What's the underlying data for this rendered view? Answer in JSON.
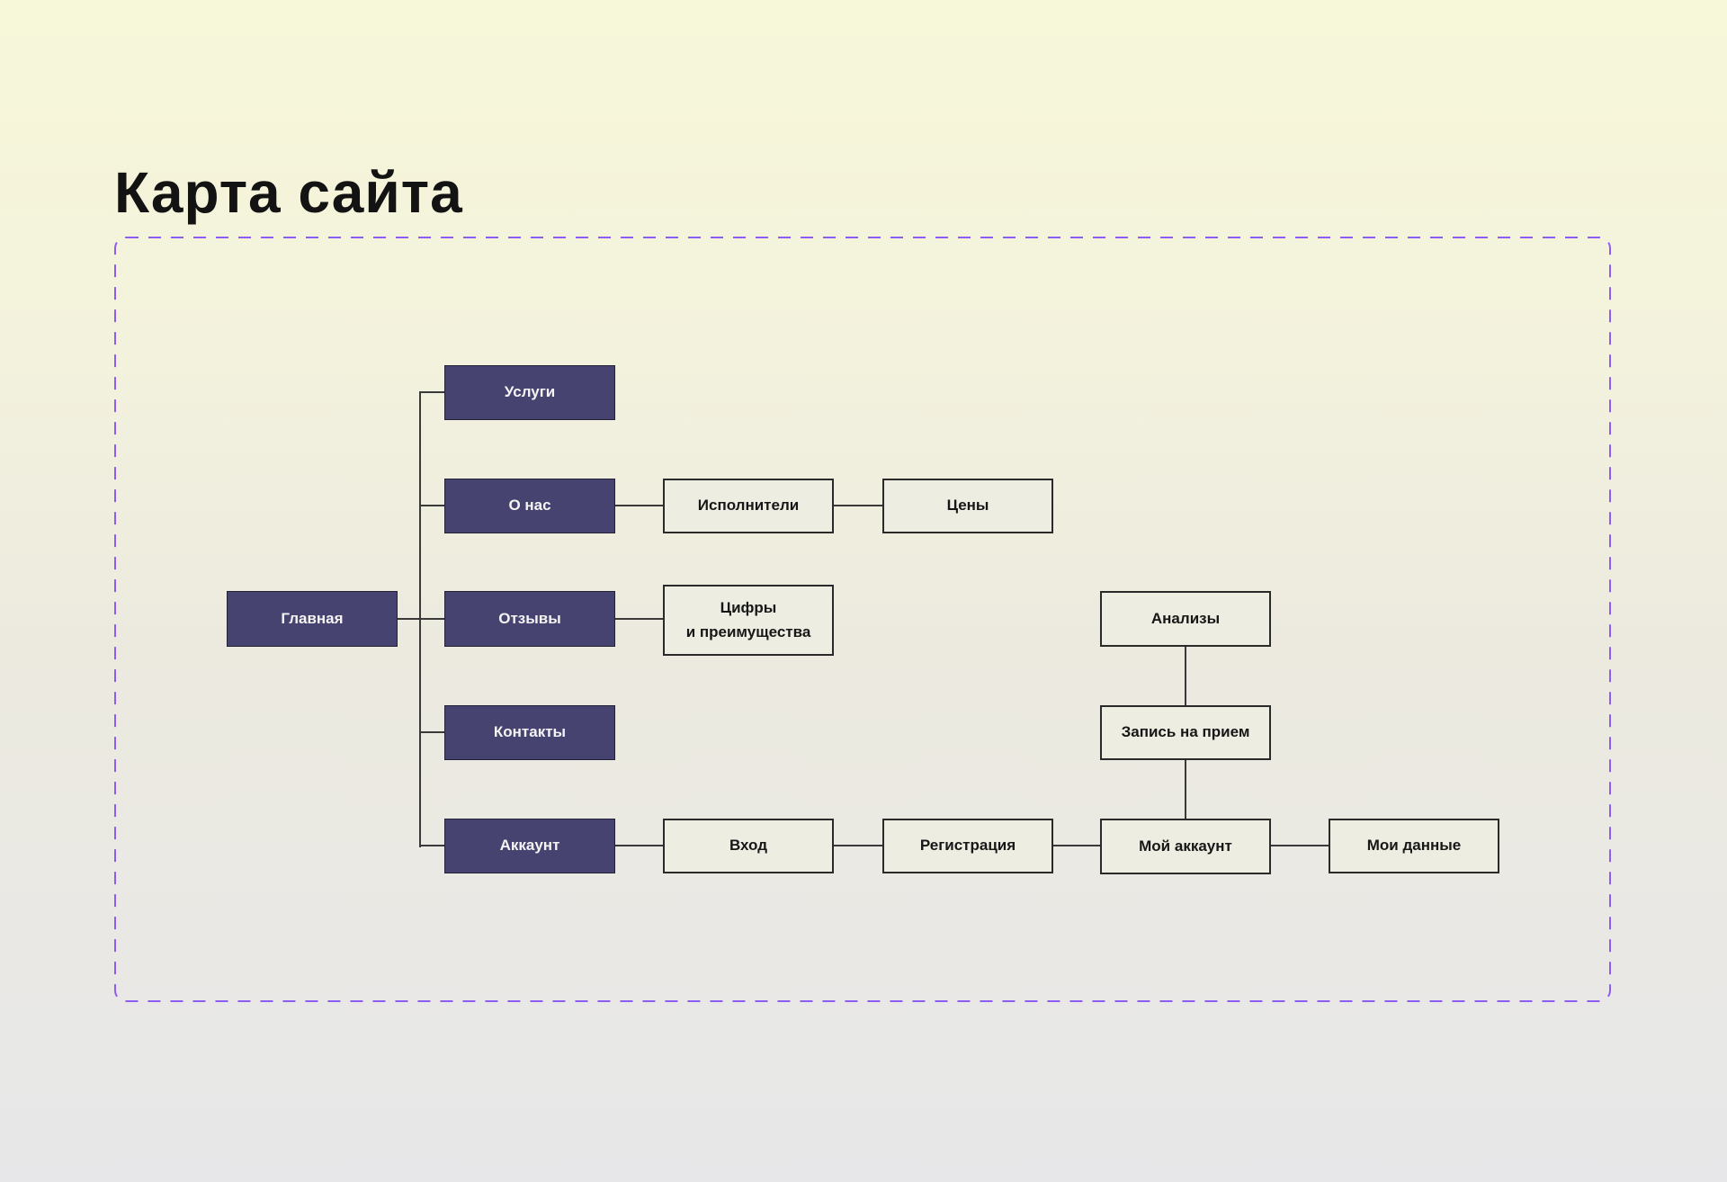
{
  "page": {
    "title": "Карта сайта"
  },
  "colors": {
    "background_top": "#f7f7d9",
    "background_bottom": "#e7e7e9",
    "frame_dashed_border": "#8d5cf3",
    "primary_node_fill": "#474370",
    "primary_node_text": "#f4f4f4",
    "secondary_node_fill": "#eeede2",
    "secondary_node_text": "#171717",
    "node_border": "#2a2a2a",
    "connector": "#3a3a3a",
    "title_text": "#131313"
  },
  "sitemap": {
    "nodes": {
      "glavnaya": {
        "label": "Главная"
      },
      "uslugi": {
        "label": "Услуги"
      },
      "o_nas": {
        "label": "О нас"
      },
      "otzyvy": {
        "label": "Отзывы"
      },
      "kontakty": {
        "label": "Контакты"
      },
      "akkaunt": {
        "label": "Аккаунт"
      },
      "ispolniteli": {
        "label": "Исполнители"
      },
      "tseny": {
        "label": "Цены"
      },
      "tsifry_i_preimushchestva": {
        "label": "Цифры\nи преимущества"
      },
      "analizy": {
        "label": "Анализы"
      },
      "zapis_na_priem": {
        "label": "Запись на прием"
      },
      "vkhod": {
        "label": "Вход"
      },
      "registratsiya": {
        "label": "Регистрация"
      },
      "moy_akkaunt": {
        "label": "Мой аккаунт"
      },
      "moi_dannye": {
        "label": "Мои данные"
      }
    },
    "structure": {
      "root": "Главная",
      "children_of_root": [
        "Услуги",
        "О нас",
        "Отзывы",
        "Контакты",
        "Аккаунт"
      ],
      "chain_o_nas": [
        "Исполнители",
        "Цены"
      ],
      "chain_otzyvy": [
        "Цифры и преимущества"
      ],
      "chain_akkaunt": [
        "Вход",
        "Регистрация",
        "Мой аккаунт",
        "Мои данные"
      ],
      "chain_vertical_to_moy_akkaunt": [
        "Анализы",
        "Запись на прием"
      ]
    }
  }
}
